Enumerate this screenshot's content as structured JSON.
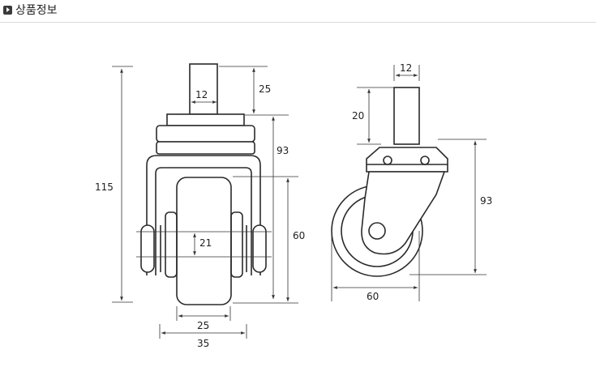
{
  "header": {
    "title": "상품정보"
  },
  "front_view": {
    "dim_total_height": "115",
    "dim_stem_height": "25",
    "dim_stem_width": "12",
    "dim_body_height": "93",
    "dim_wheel_dia": "60",
    "dim_axle": "21",
    "dim_wheel_width": "25",
    "dim_overall_width": "35"
  },
  "side_view": {
    "dim_stem_width": "12",
    "dim_stem_height": "20",
    "dim_height": "93",
    "dim_wheel_dia": "60"
  }
}
